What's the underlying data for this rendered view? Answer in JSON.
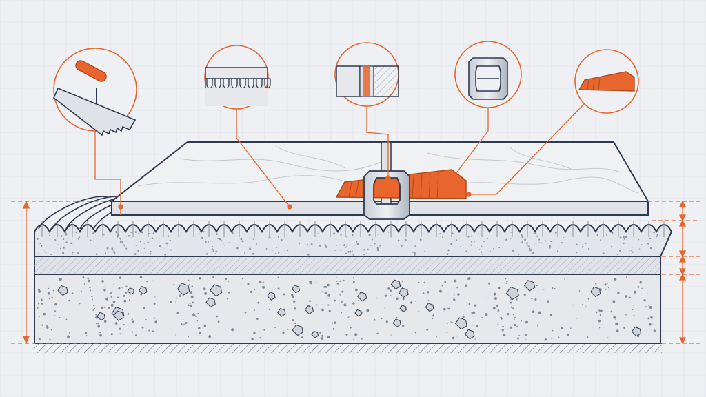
{
  "diagram": {
    "kind": "tile-installation-cross-section",
    "background": "#eef0f3",
    "grid_line": "#d9dde3",
    "ink": "#2d3a4f",
    "accent": "#e8662e",
    "concrete_fill": "#e6e8eb",
    "tile_fill": "#f0f1f3"
  },
  "layers": [
    {
      "id": "tile",
      "name": ""
    },
    {
      "id": "adhesive-ribbed",
      "name": ""
    },
    {
      "id": "screed",
      "name": ""
    },
    {
      "id": "concrete-slab",
      "name": ""
    }
  ],
  "callouts": [
    {
      "id": "notched-trowel",
      "icon": "notched-trowel-icon"
    },
    {
      "id": "adhesive-ridges",
      "icon": "adhesive-ridges-icon"
    },
    {
      "id": "grout-joint",
      "icon": "grout-joint-icon"
    },
    {
      "id": "leveling-clip",
      "icon": "leveling-clip-icon"
    },
    {
      "id": "leveling-wedge",
      "icon": "leveling-wedge-icon"
    }
  ],
  "dimension_markers": {
    "left": [
      "total-thickness"
    ],
    "right": [
      "tile-thickness",
      "adhesive-thickness",
      "screed-thickness",
      "slab-thickness"
    ]
  }
}
